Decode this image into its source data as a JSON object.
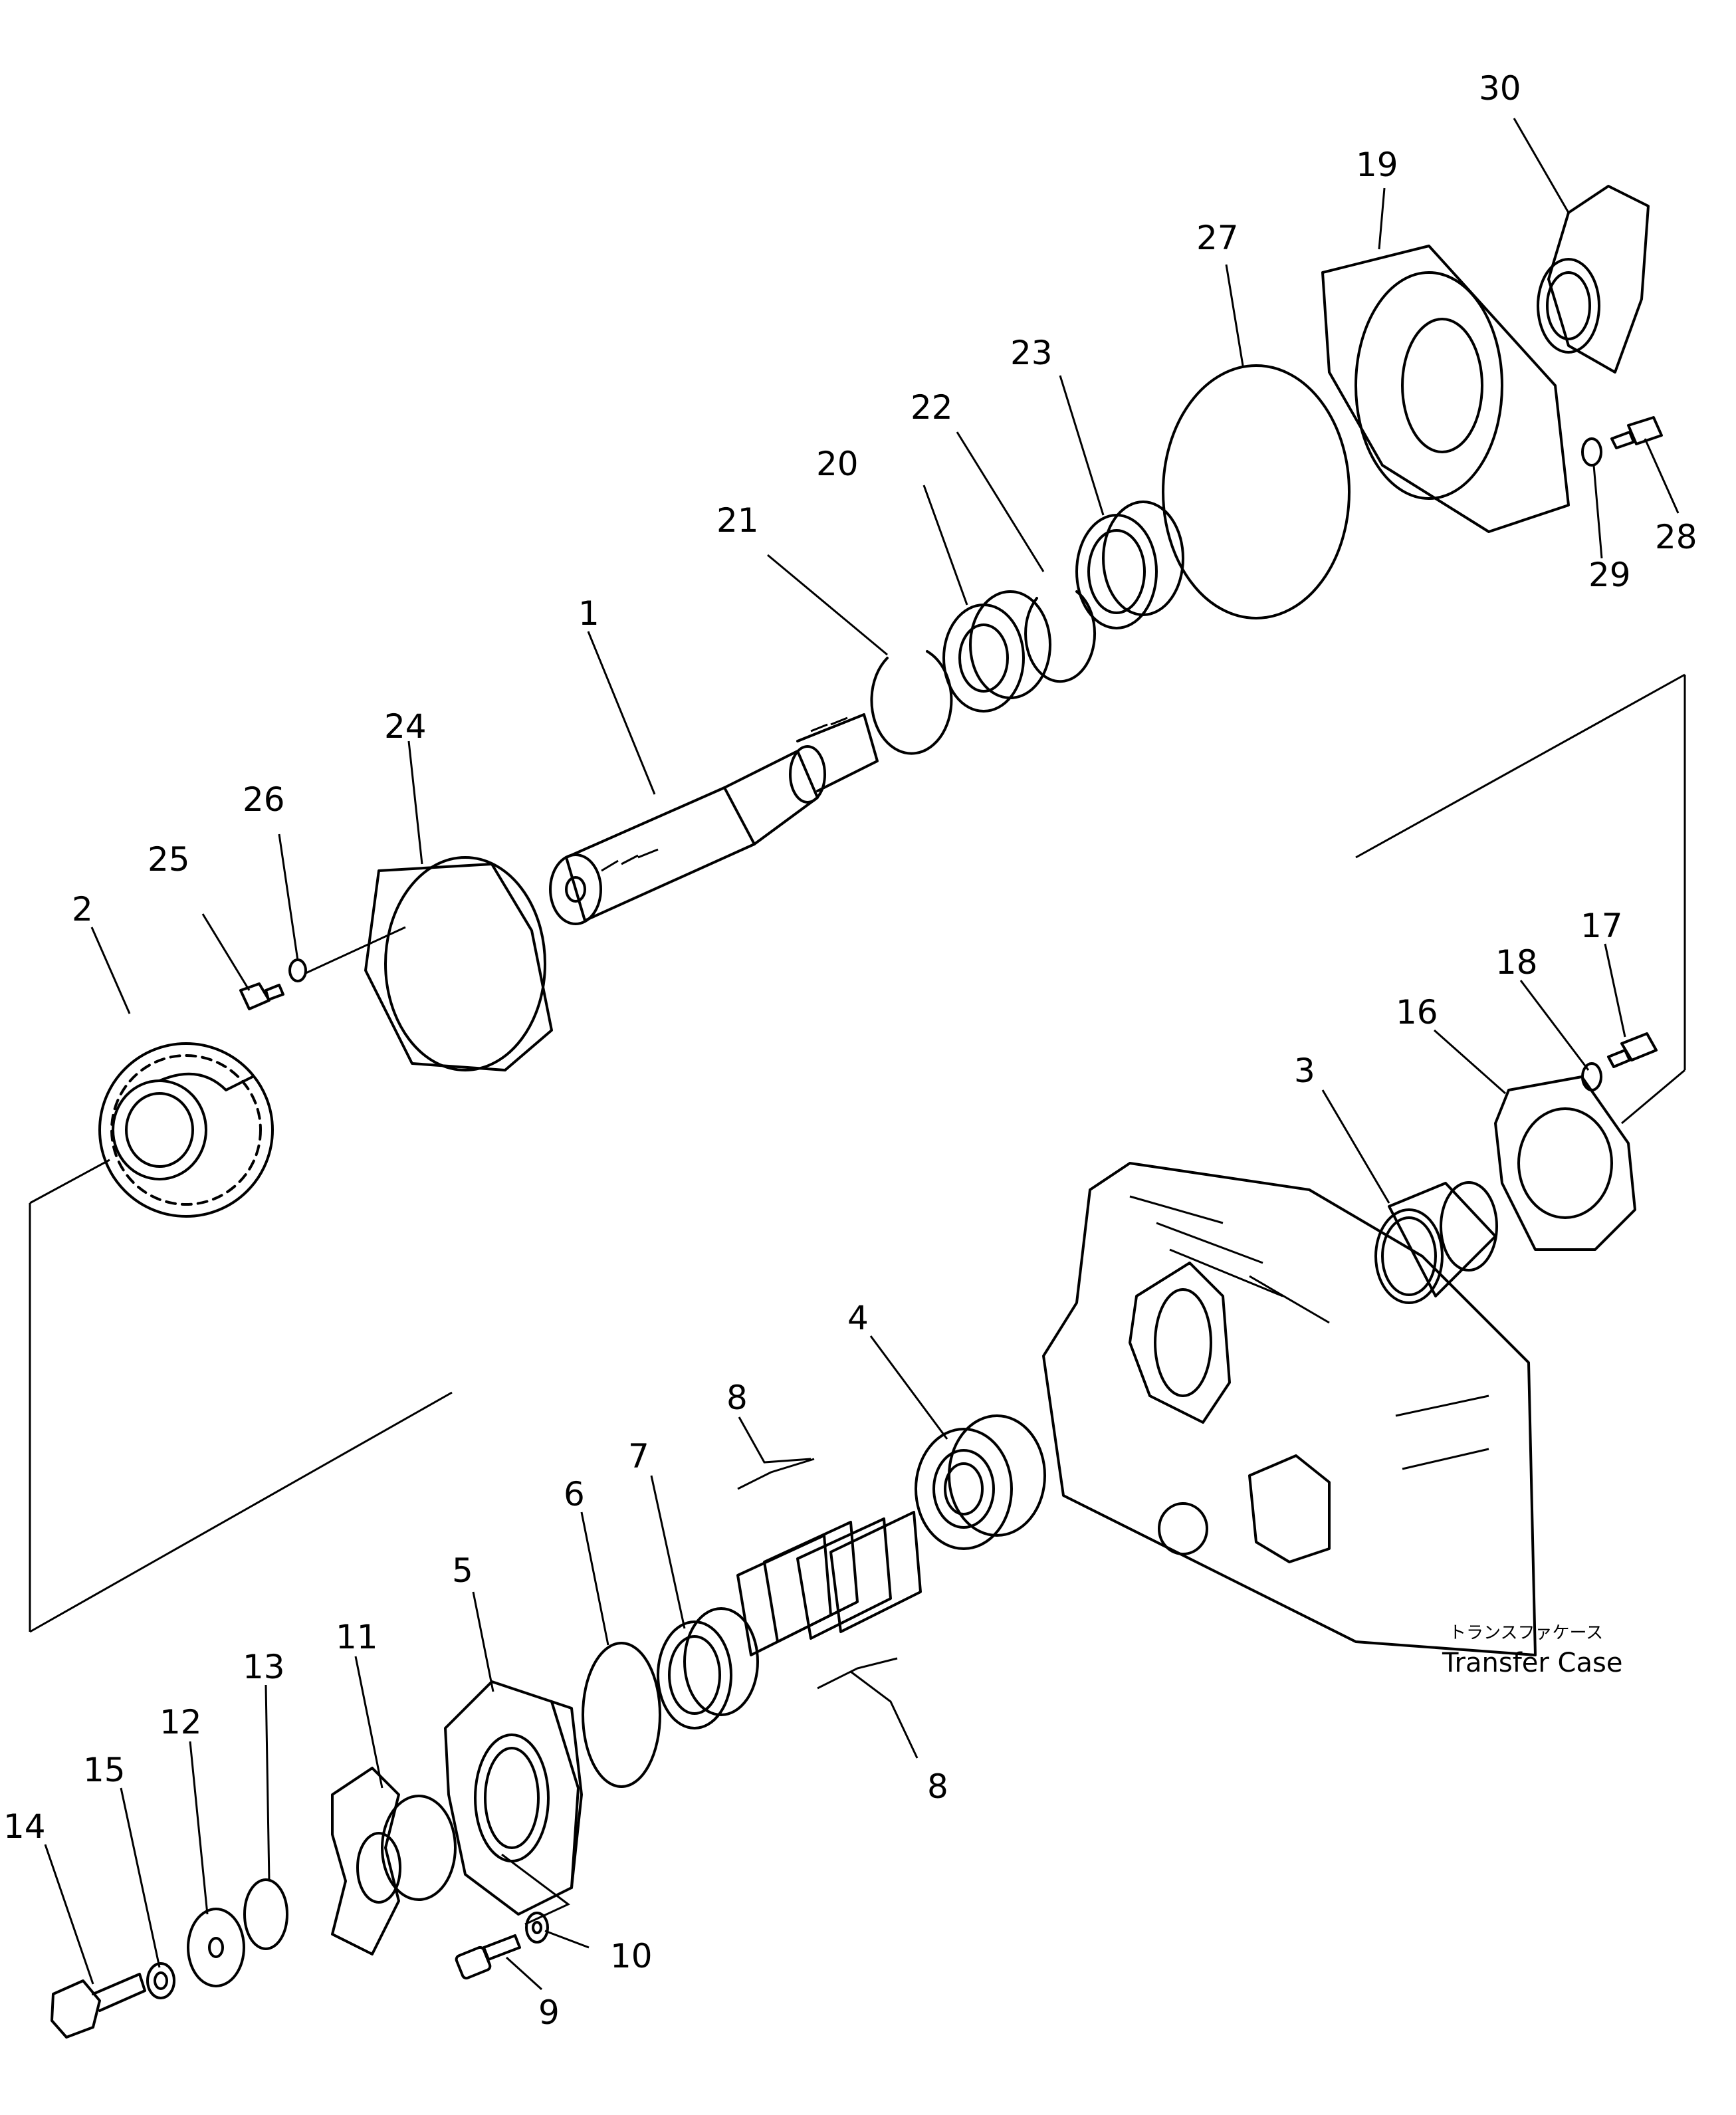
{
  "callouts": {
    "c1": "1",
    "c2": "2",
    "c3": "3",
    "c4": "4",
    "c5": "5",
    "c6": "6",
    "c7": "7",
    "c8a": "8",
    "c8b": "8",
    "c9": "9",
    "c10": "10",
    "c11": "11",
    "c12": "12",
    "c13": "13",
    "c14": "14",
    "c15": "15",
    "c16": "16",
    "c17": "17",
    "c18": "18",
    "c19": "19",
    "c20": "20",
    "c21": "21",
    "c22": "22",
    "c23": "23",
    "c24": "24",
    "c25": "25",
    "c26": "26",
    "c27": "27",
    "c28": "28",
    "c29": "29",
    "c30": "30"
  },
  "transfer_case": {
    "label_jp": "トランスファケース",
    "label_en": "Transfer Case"
  }
}
